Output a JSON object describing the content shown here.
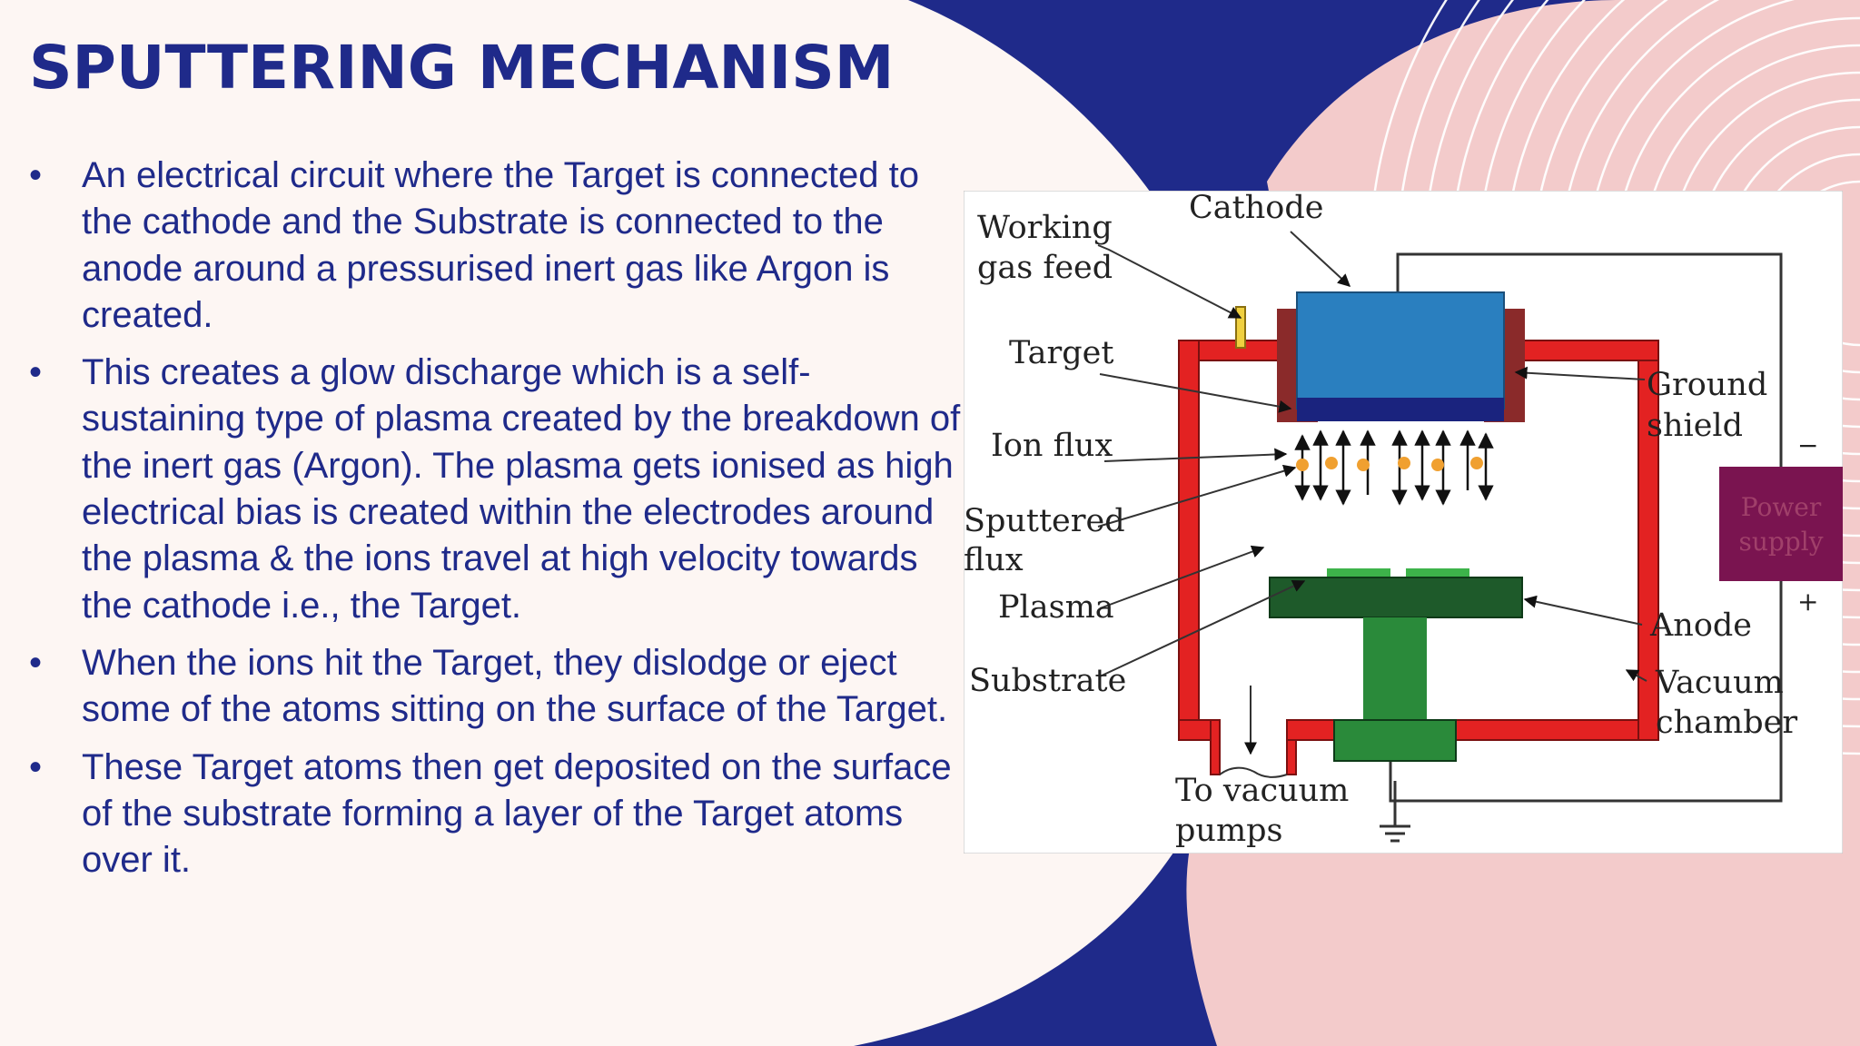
{
  "slide": {
    "title": "SPUTTERING MECHANISM",
    "bullets": [
      "An electrical circuit where the Target is connected to the cathode and the Substrate is connected to the anode around a pressurised inert gas like Argon is created.",
      "This creates a glow discharge which is a self-sustaining type of plasma created by the breakdown of the inert gas (Argon). The plasma gets ionised as high electrical bias is created within the electrodes around the plasma & the ions travel at high velocity towards the cathode i.e., the Target.",
      "When the ions hit the Target, they dislodge or eject some of the atoms sitting on the surface of the Target.",
      "These Target atoms then get deposited on the surface of the substrate forming a layer of the Target atoms over it."
    ],
    "bullet_symbol": "•"
  },
  "diagram": {
    "labels": {
      "working_gas_feed_1": "Working",
      "working_gas_feed_2": "gas feed",
      "cathode": "Cathode",
      "target": "Target",
      "ion_flux": "Ion flux",
      "sputtered_flux_1": "Sputtered",
      "sputtered_flux_2": "flux",
      "plasma": "Plasma",
      "substrate": "Substrate",
      "ground_shield_1": "Ground",
      "ground_shield_2": "shield",
      "anode": "Anode",
      "vacuum_chamber_1": "Vacuum",
      "vacuum_chamber_2": "chamber",
      "to_vacuum_pumps_1": "To vacuum",
      "to_vacuum_pumps_2": "pumps",
      "power_supply_1": "Power",
      "power_supply_2": "supply",
      "minus": "−",
      "plus": "+"
    }
  },
  "colors": {
    "background": "#fdf6f3",
    "navy": "#1f2a8a",
    "pink": "#f3cbcb",
    "chamber_red": "#e32222",
    "cathode_blue": "#2a7fbf",
    "substrate_green": "#2a8a3a",
    "power_supply": "#7a1450"
  }
}
